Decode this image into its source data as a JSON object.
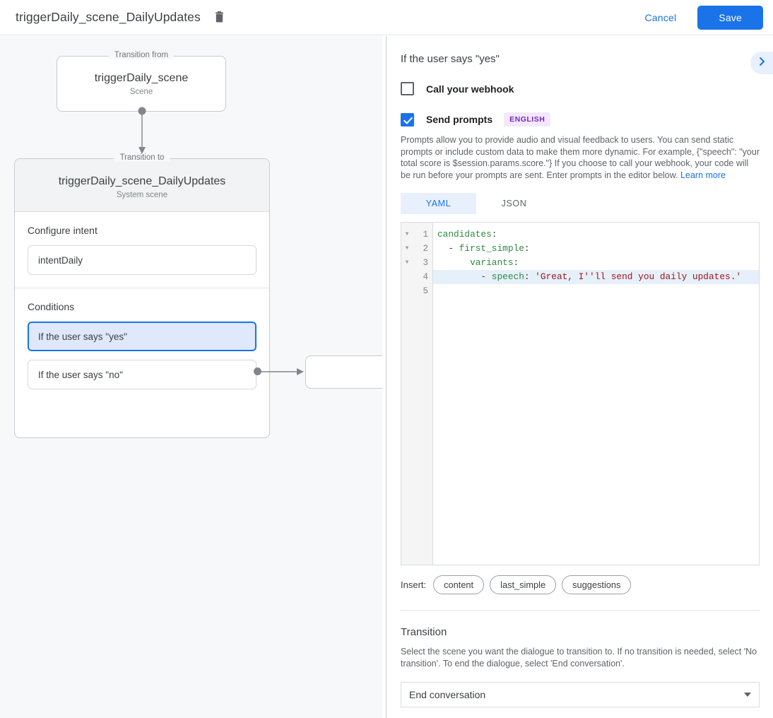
{
  "topbar": {
    "title": "triggerDaily_scene_DailyUpdates",
    "delete_icon": "trash-icon",
    "cancel_label": "Cancel",
    "save_label": "Save"
  },
  "canvas": {
    "from_node": {
      "legend": "Transition from",
      "title": "triggerDaily_scene",
      "subtitle": "Scene"
    },
    "to_node": {
      "legend": "Transition to",
      "title": "triggerDaily_scene_DailyUpdates",
      "subtitle": "System scene"
    },
    "intent_section": {
      "label": "Configure intent",
      "value": "intentDaily"
    },
    "conditions_section": {
      "label": "Conditions",
      "items": [
        {
          "label": "If the user says \"yes\"",
          "selected": true
        },
        {
          "label": "If the user says \"no\"",
          "selected": false
        }
      ]
    }
  },
  "panel": {
    "title": "If the user says \"yes\"",
    "collapse_icon": "chevron-right-icon",
    "webhook": {
      "label": "Call your webhook",
      "checked": false
    },
    "prompts": {
      "label": "Send prompts",
      "checked": true,
      "language_badge": "ENGLISH",
      "description": "Prompts allow you to provide audio and visual feedback to users. You can send static prompts or include custom data to make them more dynamic. For example, {\"speech\": \"your total score is $session.params.score.\"} If you choose to call your webhook, your code will be run before your prompts are sent. Enter prompts in the editor below. ",
      "learn_more": "Learn more"
    },
    "editor": {
      "tabs": [
        {
          "label": "YAML",
          "active": true
        },
        {
          "label": "JSON",
          "active": false
        }
      ],
      "lines": [
        {
          "num": "1",
          "fold": true,
          "highlighted": false,
          "tokens": [
            {
              "t": "candidates",
              "c": "k"
            },
            {
              "t": ":",
              "c": "p"
            }
          ]
        },
        {
          "num": "2",
          "fold": true,
          "highlighted": false,
          "tokens": [
            {
              "t": "  - ",
              "c": "p"
            },
            {
              "t": "first_simple",
              "c": "k"
            },
            {
              "t": ":",
              "c": "p"
            }
          ]
        },
        {
          "num": "3",
          "fold": true,
          "highlighted": false,
          "tokens": [
            {
              "t": "      ",
              "c": "p"
            },
            {
              "t": "variants",
              "c": "k"
            },
            {
              "t": ":",
              "c": "p"
            }
          ]
        },
        {
          "num": "4",
          "fold": false,
          "highlighted": true,
          "tokens": [
            {
              "t": "        - ",
              "c": "p"
            },
            {
              "t": "speech",
              "c": "k"
            },
            {
              "t": ": ",
              "c": "p"
            },
            {
              "t": "'Great, I''ll send you daily updates.'",
              "c": "s"
            }
          ]
        },
        {
          "num": "5",
          "fold": false,
          "highlighted": false,
          "tokens": []
        }
      ],
      "insert_label": "Insert:",
      "insert_chips": [
        "content",
        "last_simple",
        "suggestions"
      ]
    },
    "transition": {
      "title": "Transition",
      "description": "Select the scene you want the dialogue to transition to. If no transition is needed, select 'No transition'. To end the dialogue, select 'End conversation'.",
      "selected": "End conversation"
    }
  },
  "colors": {
    "accent": "#1a73e8",
    "selected_fill": "#dfe8fc",
    "badge_bg": "#f3e8fd",
    "badge_text": "#7627c4",
    "canvas_bg": "#f7f8fa"
  }
}
